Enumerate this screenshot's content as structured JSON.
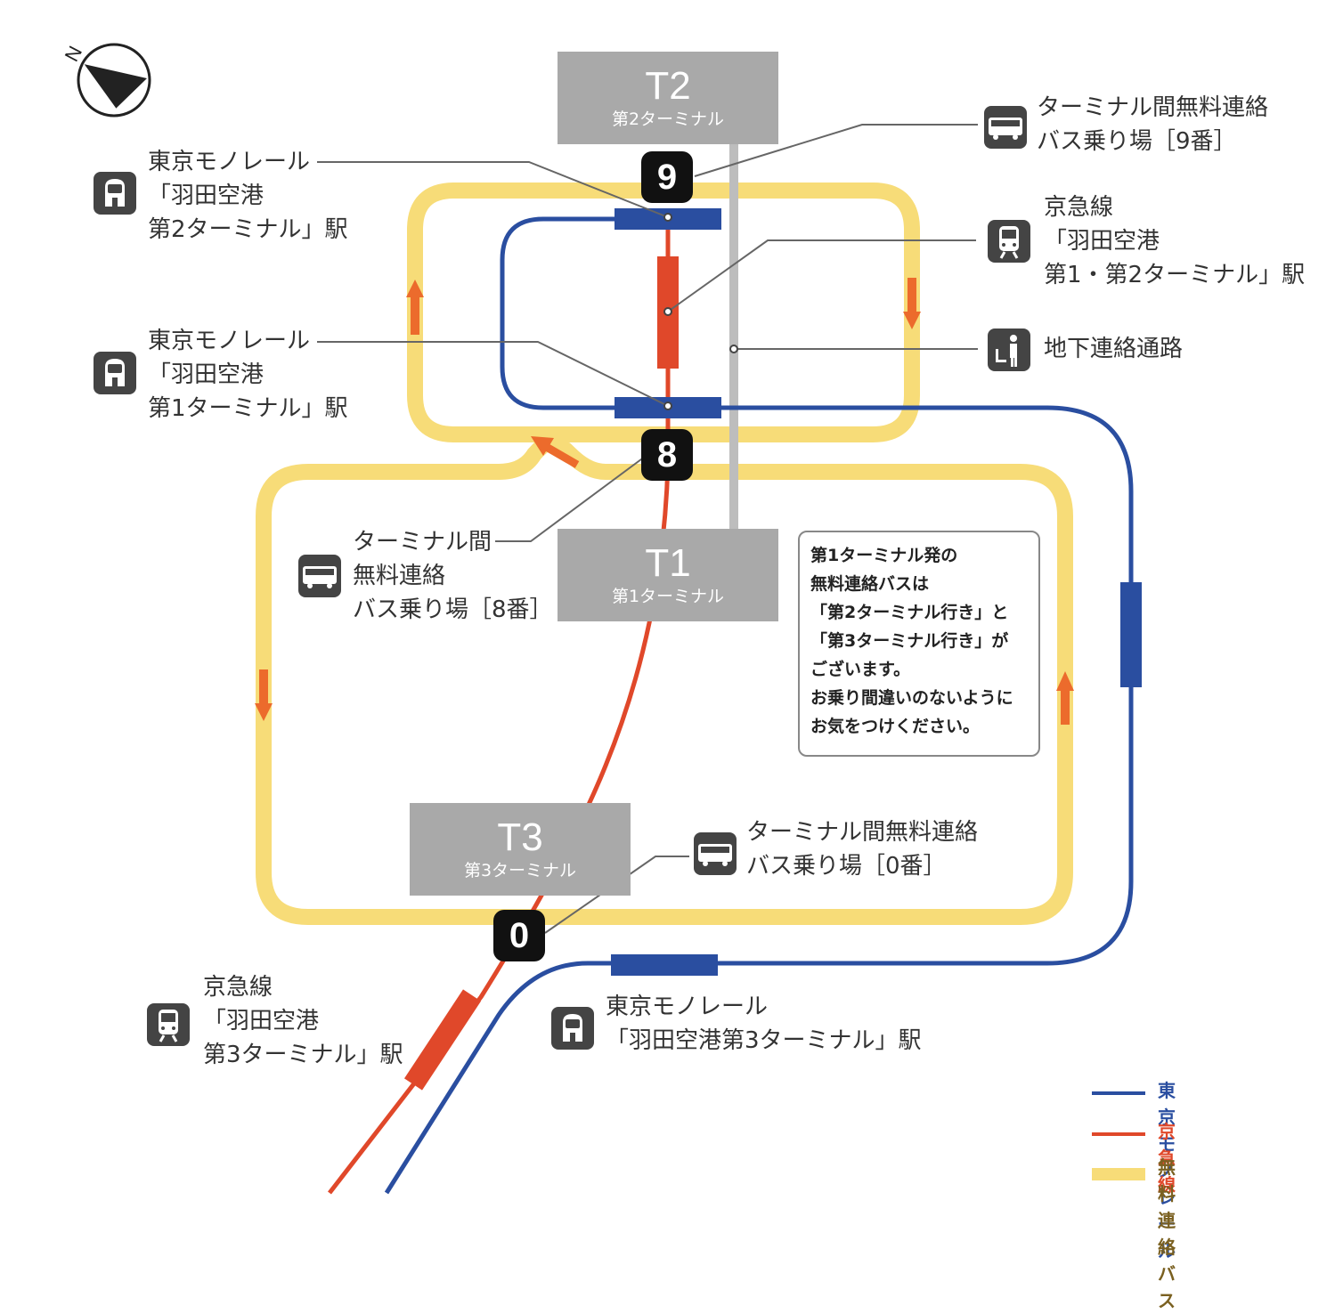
{
  "terminals": {
    "t1": {
      "code": "T1",
      "name": "第1ターミナル"
    },
    "t2": {
      "code": "T2",
      "name": "第2ターミナル"
    },
    "t3": {
      "code": "T3",
      "name": "第3ターミナル"
    }
  },
  "bus_stops": {
    "stop9": "9",
    "stop8": "8",
    "stop0": "0"
  },
  "labels": {
    "monorail_t2": [
      "東京モノレール",
      "「羽田空港",
      "第2ターミナル」駅"
    ],
    "monorail_t1": [
      "東京モノレール",
      "「羽田空港",
      "第1ターミナル」駅"
    ],
    "bus_9": [
      "ターミナル間無料連絡",
      "バス乗り場［9番］"
    ],
    "keikyu_t12": [
      "京急線",
      "「羽田空港",
      "第1・第2ターミナル」駅"
    ],
    "underground": [
      "地下連絡通路"
    ],
    "bus_8": [
      "ターミナル間",
      "無料連絡",
      "バス乗り場［8番］"
    ],
    "bus_0": [
      "ターミナル間無料連絡",
      "バス乗り場［0番］"
    ],
    "keikyu_t3": [
      "京急線",
      "「羽田空港",
      "第3ターミナル」駅"
    ],
    "monorail_t3": [
      "東京モノレール",
      "「羽田空港第3ターミナル」駅"
    ]
  },
  "note": [
    "第1ターミナル発の",
    "無料連絡バスは",
    "「第2ターミナル行き」と",
    "「第3ターミナル行き」が",
    "ございます。",
    "お乗り間違いのないように",
    "お気をつけください。"
  ],
  "legend": {
    "monorail": "東京モノレール",
    "keikyu": "京急線",
    "bus": "無料連絡バス"
  },
  "compass_letter": "N",
  "colors": {
    "monorail": "#2a4ea0",
    "keikyu": "#e0482a",
    "bus_route": "#f7dc78",
    "bus_arrow": "#ec6b2c",
    "terminal": "#a9a9a9",
    "underground": "#bdbdbd",
    "legend_text": "#2a4ea0",
    "legend_keikyu_text": "#e0482a",
    "legend_bus_text": "#7a6020"
  },
  "icons": {
    "monorail": "monorail-icon",
    "train": "train-icon",
    "bus": "bus-icon",
    "walkway": "walkway-icon"
  }
}
